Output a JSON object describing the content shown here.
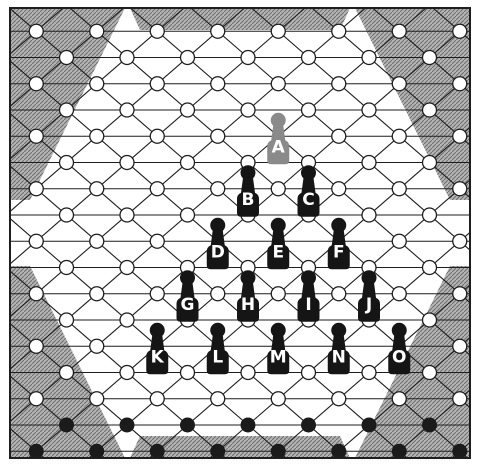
{
  "board": {
    "type": "triangular-grid peg solitaire board",
    "colors": {
      "background": "#ffffff",
      "line": "#1e1e1e",
      "shaded_region": "#9a9a9a",
      "edge_node": "#1b1b1b",
      "open_node_fill": "#ffffff",
      "peg": "#151515",
      "peg_label": "#ffffff",
      "peg_highlight": "#8a8a8a"
    }
  },
  "pegs": [
    {
      "label": "A",
      "row": 0,
      "index": 0,
      "state": "highlighted"
    },
    {
      "label": "B",
      "row": 1,
      "index": 0,
      "state": "normal"
    },
    {
      "label": "C",
      "row": 1,
      "index": 1,
      "state": "normal"
    },
    {
      "label": "D",
      "row": 2,
      "index": 0,
      "state": "normal"
    },
    {
      "label": "E",
      "row": 2,
      "index": 1,
      "state": "normal"
    },
    {
      "label": "F",
      "row": 2,
      "index": 2,
      "state": "normal"
    },
    {
      "label": "G",
      "row": 3,
      "index": 0,
      "state": "normal"
    },
    {
      "label": "H",
      "row": 3,
      "index": 1,
      "state": "normal"
    },
    {
      "label": "I",
      "row": 3,
      "index": 2,
      "state": "normal"
    },
    {
      "label": "J",
      "row": 3,
      "index": 3,
      "state": "normal"
    },
    {
      "label": "K",
      "row": 4,
      "index": 0,
      "state": "normal"
    },
    {
      "label": "L",
      "row": 4,
      "index": 1,
      "state": "normal"
    },
    {
      "label": "M",
      "row": 4,
      "index": 2,
      "state": "normal"
    },
    {
      "label": "N",
      "row": 4,
      "index": 3,
      "state": "normal"
    },
    {
      "label": "O",
      "row": 4,
      "index": 4,
      "state": "normal"
    }
  ]
}
